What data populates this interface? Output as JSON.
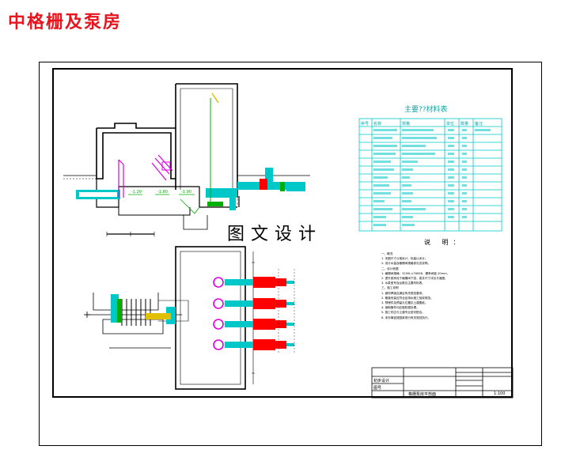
{
  "page": {
    "title": "中格栅及泵房"
  },
  "watermark": {
    "text": "图文设计"
  },
  "materials_table": {
    "title": "主要??材料表",
    "header": [
      "序号",
      "名称",
      "规格",
      "单位",
      "数量",
      "备注"
    ],
    "rows": 14
  },
  "notes": {
    "title": "说 明：",
    "lines": [
      "一、概况",
      "1. 本图尺寸以毫米计，标高以米计。",
      "2. 设计水量及格栅间规格参见总说明。",
      "二、设计依据",
      "1. 格栅间规格：3200L×7800B，栅条间距 20mm。",
      "2. 提升泵房设于格栅间下游，泵井尺寸详见平面图。",
      "3. 水泵型号及台数见主要材料表。",
      "三、施工说明",
      "1. 钢材焊接应满足有关规范要求。",
      "2. 管道安装应符合给排水施工验收规范。",
      "3. 预埋件及预留孔位置见土建图纸。",
      "4. 钢制管件均应做防腐处理。",
      "5. 施工时应与土建专业密切配合。",
      "6. 未尽事宜按国家现行有关规范执行。"
    ]
  },
  "title_block": {
    "label_1": "初步设计",
    "label_2": "图号",
    "drawing_name": "格栅泵房平剖面",
    "scale": "1:100"
  },
  "colors": {
    "title_red": "#e8141e",
    "cyan": "#00c8c8",
    "teal": "#00a8a8",
    "magenta": "#e000e0",
    "red": "#ff0000",
    "green": "#00b000",
    "blue": "#2040ff",
    "yellow": "#e0c000"
  }
}
